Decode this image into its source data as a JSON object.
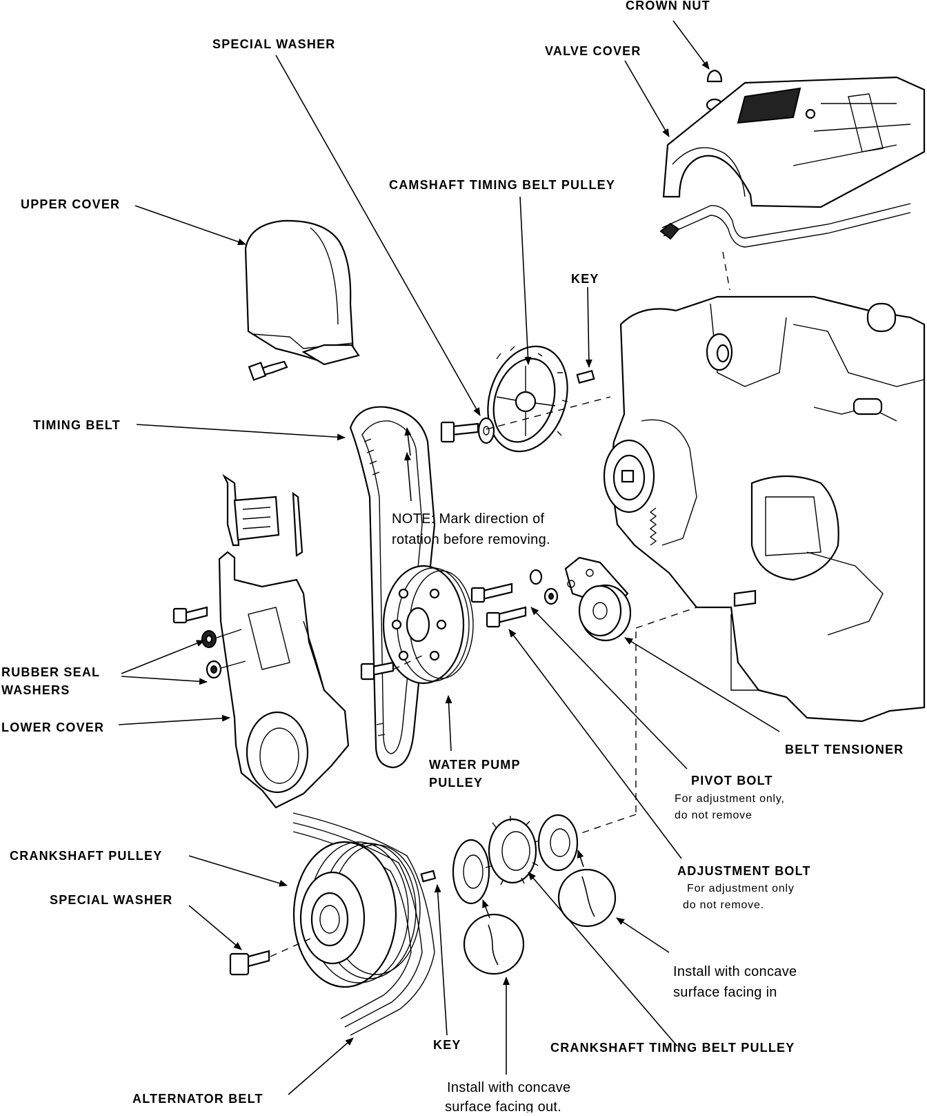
{
  "labels": {
    "crown_nut": "CROWN NUT",
    "special_washer_top": "SPECIAL WASHER",
    "valve_cover": "VALVE COVER",
    "camshaft_pulley": "CAMSHAFT TIMING BELT PULLEY",
    "upper_cover": "UPPER COVER",
    "key_top": "KEY",
    "timing_belt": "TIMING BELT",
    "note_line1": "NOTE:  Mark direction of",
    "note_line2": "rotation before removing.",
    "rubber_seal_1": "RUBBER SEAL",
    "rubber_seal_2": "WASHERS",
    "lower_cover": "LOWER COVER",
    "water_pump_1": "WATER PUMP",
    "water_pump_2": "PULLEY",
    "belt_tensioner": "BELT TENSIONER",
    "pivot_bolt": "PIVOT BOLT",
    "pivot_note_1": "For adjustment only,",
    "pivot_note_2": "do not remove",
    "crankshaft_pulley": "CRANKSHAFT PULLEY",
    "adjustment_bolt": "ADJUSTMENT BOLT",
    "adjust_note_1": "For adjustment only",
    "adjust_note_2": "do not remove.",
    "special_washer_bottom": "SPECIAL WASHER",
    "concave_in_1": "Install with concave",
    "concave_in_2": "surface facing in",
    "key_bottom": "KEY",
    "crank_timing_pulley": "CRANKSHAFT TIMING BELT PULLEY",
    "alternator_belt": "ALTERNATOR BELT",
    "concave_out_1": "Install with concave",
    "concave_out_2": "surface facing out."
  }
}
